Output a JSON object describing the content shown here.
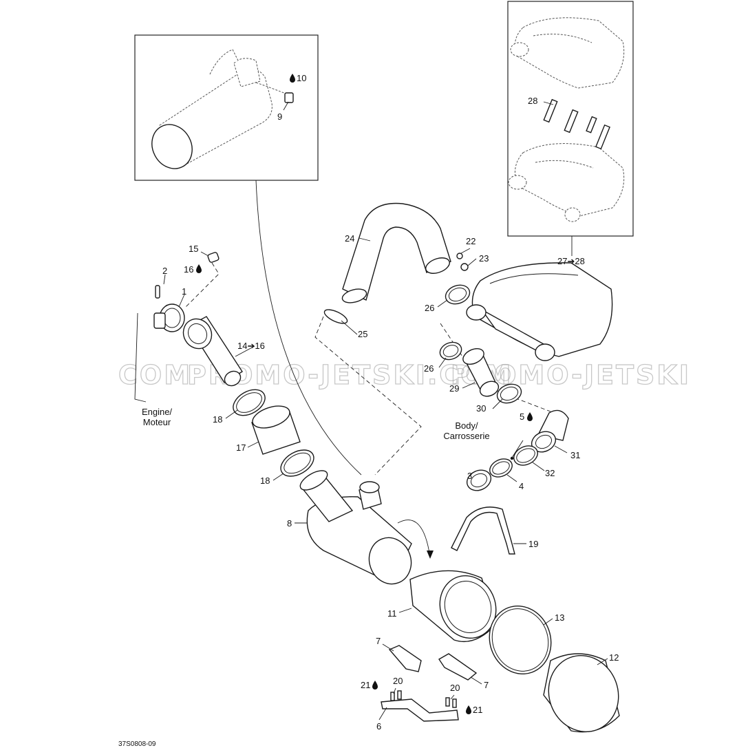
{
  "callouts": [
    {
      "id": "c1",
      "text": "1"
    },
    {
      "id": "c2",
      "text": "2"
    },
    {
      "id": "c3",
      "text": "3"
    },
    {
      "id": "c4",
      "text": "4"
    },
    {
      "id": "c5",
      "text": "5"
    },
    {
      "id": "c6",
      "text": "6"
    },
    {
      "id": "c7a",
      "text": "7"
    },
    {
      "id": "c7b",
      "text": "7"
    },
    {
      "id": "c8",
      "text": "8"
    },
    {
      "id": "c9",
      "text": "9"
    },
    {
      "id": "c10",
      "text": "10"
    },
    {
      "id": "c11",
      "text": "11"
    },
    {
      "id": "c12",
      "text": "12"
    },
    {
      "id": "c13",
      "text": "13"
    },
    {
      "id": "c14",
      "text": "14➔16"
    },
    {
      "id": "c15",
      "text": "15"
    },
    {
      "id": "c16",
      "text": "16"
    },
    {
      "id": "c17",
      "text": "17"
    },
    {
      "id": "c18a",
      "text": "18"
    },
    {
      "id": "c18b",
      "text": "18"
    },
    {
      "id": "c19",
      "text": "19"
    },
    {
      "id": "c20a",
      "text": "20"
    },
    {
      "id": "c20b",
      "text": "20"
    },
    {
      "id": "c21a",
      "text": "21"
    },
    {
      "id": "c21b",
      "text": "21"
    },
    {
      "id": "c22",
      "text": "22"
    },
    {
      "id": "c23",
      "text": "23"
    },
    {
      "id": "c24",
      "text": "24"
    },
    {
      "id": "c25",
      "text": "25"
    },
    {
      "id": "c26a",
      "text": "26"
    },
    {
      "id": "c26b",
      "text": "26"
    },
    {
      "id": "c27",
      "text": "27➔28"
    },
    {
      "id": "c28",
      "text": "28"
    },
    {
      "id": "c29",
      "text": "29"
    },
    {
      "id": "c30",
      "text": "30"
    },
    {
      "id": "c31",
      "text": "31"
    },
    {
      "id": "c32",
      "text": "32"
    }
  ],
  "notes": {
    "engine_line1": "Engine/",
    "engine_line2": "Moteur",
    "body_line1": "Body/",
    "body_line2": "Carrosserie"
  },
  "watermark": {
    "left": "COM",
    "main": "PROMO-JETSKI.COM",
    "right": "PROMO-JETSKI"
  },
  "drawing_ref": "37S0808-09",
  "icons": [
    "liquid-drop-icon"
  ]
}
